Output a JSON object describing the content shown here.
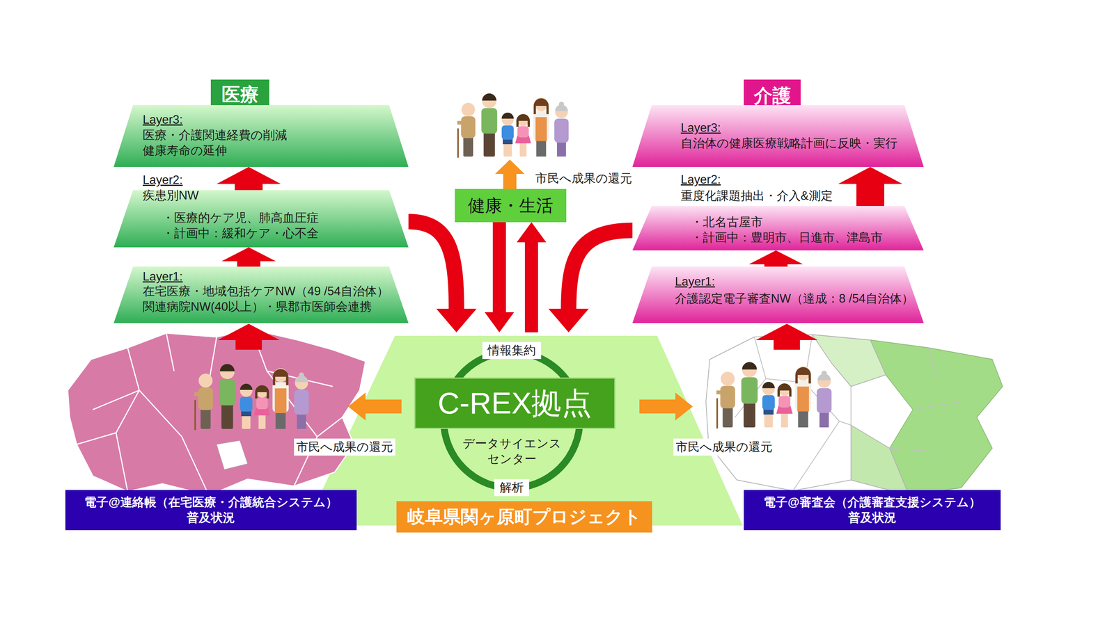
{
  "diagram": {
    "nodes": [
      {
        "text": [
          "医療"
        ]
      },
      {
        "text": [
          "Layer3:",
          "医療・介護関連経費の削減 健康寿命の延伸"
        ]
      },
      {
        "text": [
          "Layer2:",
          "疾患別NW",
          "・医療的ケア児、肺高血圧症 ・計画中：緩和ケア・心不全"
        ]
      },
      {
        "text": [
          "Layer1:",
          "在宅医療・地域包括ケアNW（49 /54自治体） 関連病院NW(40以上）・県郡市医師会連携"
        ]
      },
      {
        "text": [
          "介護"
        ]
      },
      {
        "text": [
          "Layer3:",
          "自治体の健康医療戦略計画に反映・実行"
        ]
      },
      {
        "text": [
          "Layer2:",
          "重度化課題抽出・介入&測定",
          "・北名古屋市 ・計画中：豊明市、日進市、津島市"
        ]
      },
      {
        "text": [
          "Layer1:",
          "介護認定電子審査NW（達成：8 /54自治体）"
        ]
      },
      {
        "text": [
          "健康・生活"
        ]
      },
      {
        "text": [
          "情報集約",
          "データサイエンス センター",
          "解析"
        ]
      },
      {
        "text": [
          "C-REX拠点"
        ],
        "in": 9
      },
      {
        "text": [
          "岐阜県関ヶ原町プロジェクト"
        ]
      },
      {
        "text": [
          "電子@連絡帳（在宅医療・介護統合システム） 普及状況"
        ]
      },
      {
        "text": [
          "電子@審査会（介護審査支援システム） 普及状況"
        ]
      }
    ],
    "edges": [
      {
        "from": 3,
        "to": 2,
        "arrow": "to"
      },
      {
        "from": 2,
        "to": 1,
        "arrow": "to"
      },
      {
        "from": 7,
        "to": 6,
        "arrow": "to"
      },
      {
        "from": 6,
        "to": 5,
        "arrow": "to"
      },
      {
        "from": 2,
        "to": 9,
        "arrow": "to"
      },
      {
        "from": 6,
        "to": 9,
        "arrow": "to"
      },
      {
        "from": 8,
        "to": 9,
        "arrow": "to"
      },
      {
        "from": 9,
        "to": 8,
        "arrow": "to"
      }
    ],
    "labels": [
      "市民へ成果の還元",
      "市民へ成果の還元",
      "市民へ成果の還元"
    ]
  }
}
